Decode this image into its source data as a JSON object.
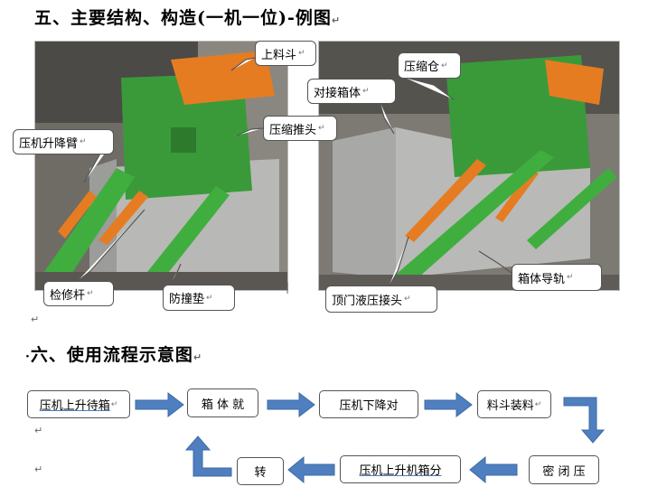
{
  "section5": {
    "title": "五、主要结构、构造(一机一位)-例图",
    "mark": "↵"
  },
  "photo1": {
    "labels": {
      "hopper": "上料斗",
      "arm": "压机升降臂",
      "pusher": "压缩推头",
      "rod": "检修杆",
      "pad": "防撞垫"
    }
  },
  "photo2": {
    "labels": {
      "chamber": "压缩仓",
      "dock": "对接箱体",
      "rail": "箱体导轨",
      "hydraulic": "顶门液压接头"
    }
  },
  "para_mark": "↵",
  "section6": {
    "title": "六、使用流程示意图",
    "mark": "↵"
  },
  "flow": {
    "steps": [
      "压机上升待箱",
      "箱 体 就",
      "压机下降对",
      "料斗装料",
      "密 闭 压",
      "压机上升机箱分",
      "转"
    ]
  },
  "colors": {
    "arrow": "#4f7fbf",
    "frame_green": "#3a9a3a",
    "accent_orange": "#e57c22"
  }
}
